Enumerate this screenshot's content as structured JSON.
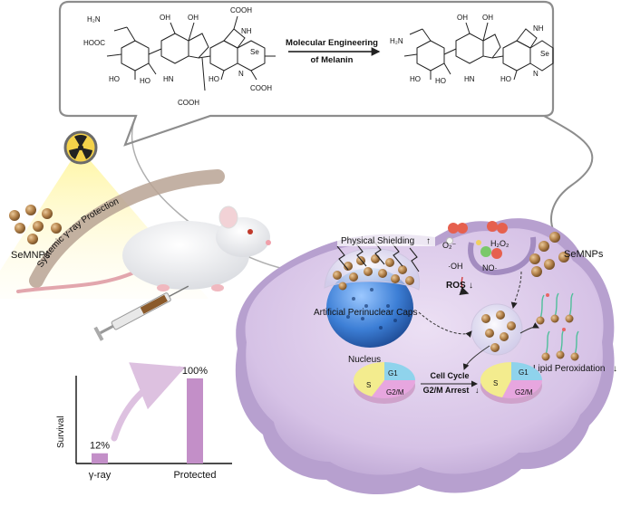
{
  "scheme": {
    "arrow_label_line1": "Molecular Engineering",
    "arrow_label_line2": "of Melanin",
    "left_molecule": {
      "groups": [
        "H₂N",
        "HOOC",
        "OH",
        "OH",
        "COOH",
        "NH",
        "Se",
        "HO",
        "HO",
        "N",
        "HN",
        "HO",
        "COOH",
        "COOH"
      ]
    },
    "right_molecule": {
      "groups": [
        "H₂N",
        "OH",
        "OH",
        "NH",
        "Se",
        "HO",
        "HO",
        "N",
        "HN",
        "HO"
      ]
    }
  },
  "left_panel": {
    "nanoparticle_label": "SeMNPs",
    "beam_label": "Systemic γ-ray Protection",
    "radiation_icon": "radiation-hazard-icon"
  },
  "survival_chart": {
    "ylabel": "Survival",
    "bars": [
      {
        "category": "γ-ray",
        "value": 12,
        "value_label": "12%"
      },
      {
        "category": "Protected",
        "value": 100,
        "value_label": "100%"
      }
    ],
    "bar_color": "#c38fc8"
  },
  "cell": {
    "nanoparticle_label": "SeMNPs",
    "physical_shielding": "Physical Shielding",
    "up_arrow": "↑",
    "down_arrow": "↓",
    "caps_label": "Artificial Perinuclear Caps",
    "nucleus_label": "Nucleus",
    "ros": {
      "o2": "O₂⁻",
      "oh": "·OH",
      "h2o2": "H₂O₂",
      "no": "NO·",
      "ros_label": "ROS"
    },
    "lipid_label": "Lipid Peroxidation",
    "cycle_line1": "Cell Cycle",
    "cycle_line2": "G2/M Arrest",
    "pie_left": {
      "g1": "G1",
      "s": "S",
      "g2m": "G2/M"
    },
    "pie_right": {
      "g1": "G1",
      "s": "S",
      "g2m": "G2/M"
    }
  },
  "colors": {
    "cell_membrane": "#b7a0cf",
    "cytoplasm": "#d9c7e6",
    "nucleus": "#3d7fd6",
    "nanoparticle": "#b8874f",
    "pie_g1": "#8fd3ec",
    "pie_s": "#f3ec8e",
    "pie_g2m": "#e7a6df",
    "arrow_red": "#d23b3b"
  }
}
